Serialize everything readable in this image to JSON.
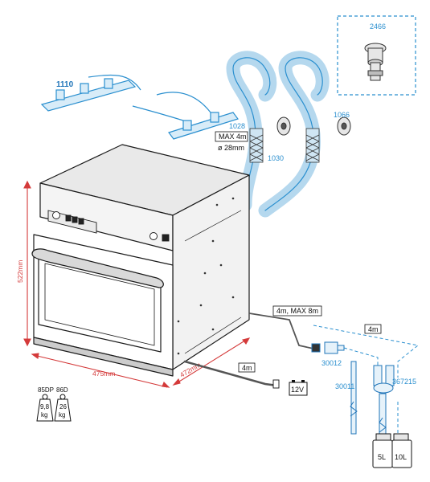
{
  "colors": {
    "accent_blue": "#2a8fcf",
    "dimension_red": "#d43a3a",
    "outline": "#1a1a1a",
    "shade": "#d9d9d9"
  },
  "labels": {
    "accessory_2466": "2466",
    "mount_1110": "1110",
    "hose_1028": "1028",
    "max_4m": "MAX 4m",
    "diameter": "ø 28mm",
    "hose_1030": "1030",
    "hose_1066": "1066",
    "cable_4m_max_8m": "4m, MAX 8m",
    "cable_4m_right": "4m",
    "cable_4m_bottom": "4m",
    "valve_30012": "30012",
    "part_30011": "30011",
    "part_367215": "367215",
    "voltage_12v": "12V",
    "canister_5l": "5L",
    "canister_10l": "10L"
  },
  "dimensions": {
    "height": "522mm",
    "width": "475mm",
    "depth": "472mm"
  },
  "weights": [
    {
      "model": "85DP",
      "value": "9,8",
      "unit": "kg"
    },
    {
      "model": "86D",
      "value": "26",
      "unit": "kg"
    }
  ]
}
